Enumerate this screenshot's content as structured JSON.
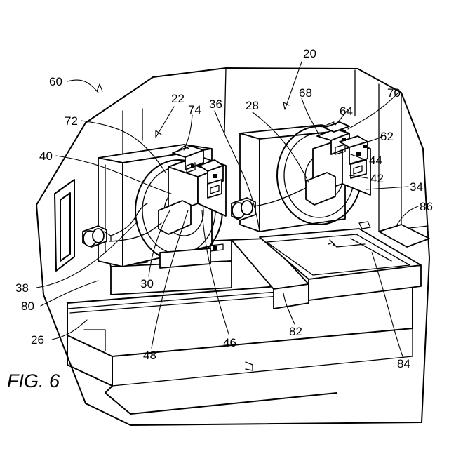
{
  "figure": {
    "caption": "FIG. 6"
  },
  "labels": {
    "n60": "60",
    "n20": "20",
    "n22": "22",
    "n74": "74",
    "n36": "36",
    "n28": "28",
    "n68": "68",
    "n70": "70",
    "n64": "64",
    "n62": "62",
    "n72": "72",
    "n40": "40",
    "n44": "44",
    "n42": "42",
    "n34": "34",
    "n86": "86",
    "n38": "38",
    "n30": "30",
    "n80": "80",
    "n82": "82",
    "n26": "26",
    "n48": "48",
    "n46": "46",
    "n84": "84"
  }
}
